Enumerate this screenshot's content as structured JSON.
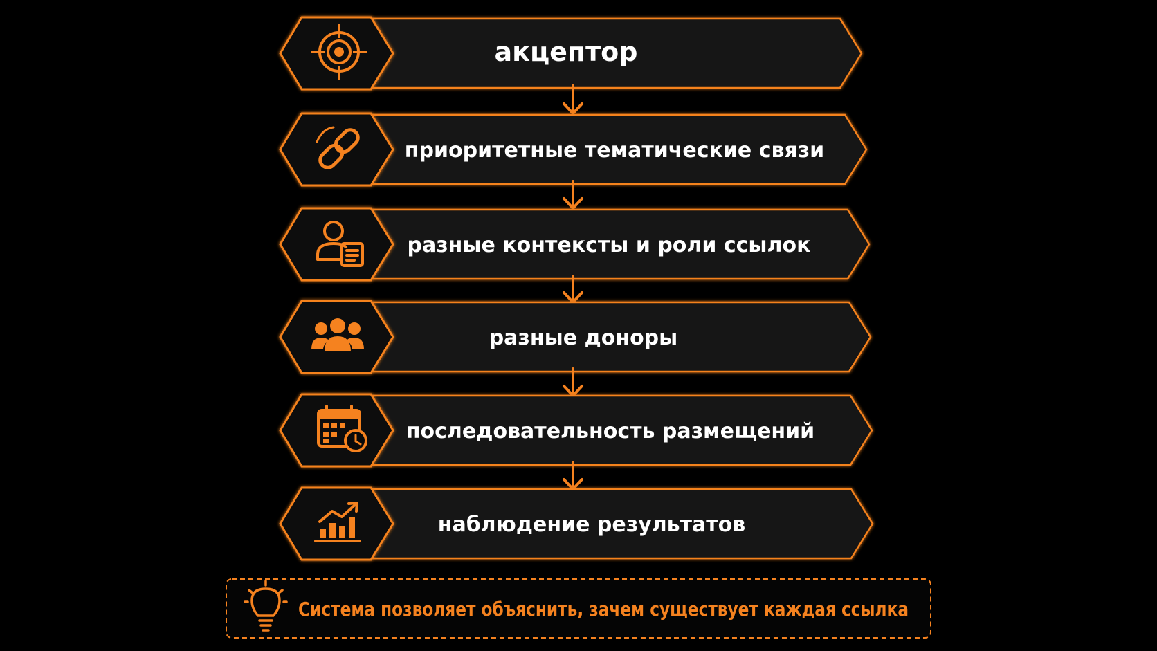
{
  "colors": {
    "accent": "#f5821f",
    "background": "#000000",
    "box_fill": "#121212",
    "text": "#ffffff"
  },
  "steps": [
    {
      "label": "акцептор",
      "icon": "target-icon"
    },
    {
      "label": "приоритетные тематические связи",
      "icon": "link-chain-icon"
    },
    {
      "label": "разные контексты и роли ссылок",
      "icon": "user-document-icon"
    },
    {
      "label": "разные доноры",
      "icon": "group-users-icon"
    },
    {
      "label": "последовательность размещений",
      "icon": "calendar-clock-icon"
    },
    {
      "label": "наблюдение результатов",
      "icon": "growth-chart-icon"
    }
  ],
  "note": {
    "icon": "lightbulb-icon",
    "text": "Система позволяет объяснить, зачем существует каждая ссылка"
  }
}
